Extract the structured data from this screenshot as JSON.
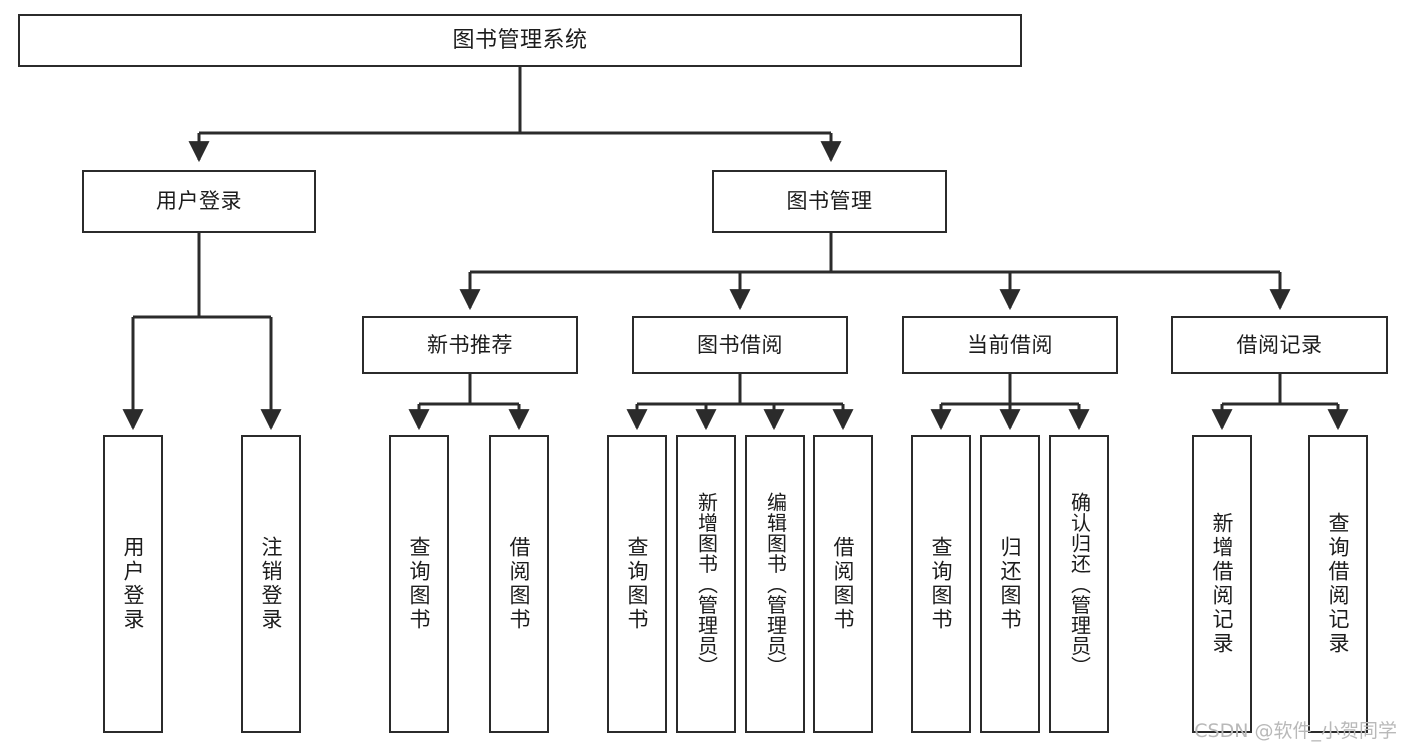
{
  "diagram": {
    "type": "tree-hierarchy",
    "title": "图书管理系统",
    "watermark": "CSDN @软件_小贺同学",
    "colors": {
      "stroke": "#2b2b2b",
      "background": "#ffffff",
      "text": "#1c1c1c",
      "watermark": "#b9b9b9"
    },
    "nodes": {
      "root": {
        "label": "图书管理系统"
      },
      "level2": [
        {
          "id": "user-login",
          "label": "用户登录"
        },
        {
          "id": "book-manage",
          "label": "图书管理"
        }
      ],
      "level3": [
        {
          "id": "new-book-recommend",
          "label": "新书推荐",
          "parent": "book-manage"
        },
        {
          "id": "book-borrow",
          "label": "图书借阅",
          "parent": "book-manage"
        },
        {
          "id": "current-borrow",
          "label": "当前借阅",
          "parent": "book-manage"
        },
        {
          "id": "borrow-record",
          "label": "借阅记录",
          "parent": "book-manage"
        }
      ],
      "leaves": [
        {
          "id": "leaf-user-login",
          "label": "用户登录",
          "parent": "user-login"
        },
        {
          "id": "leaf-user-logout",
          "label": "注销登录",
          "parent": "user-login"
        },
        {
          "id": "leaf-query-book-1",
          "label": "查询图书",
          "parent": "new-book-recommend"
        },
        {
          "id": "leaf-borrow-book-1",
          "label": "借阅图书",
          "parent": "new-book-recommend"
        },
        {
          "id": "leaf-query-book-2",
          "label": "查询图书",
          "parent": "book-borrow"
        },
        {
          "id": "leaf-add-book",
          "label": "新增图书（管理员）",
          "parent": "book-borrow"
        },
        {
          "id": "leaf-edit-book",
          "label": "编辑图书（管理员）",
          "parent": "book-borrow"
        },
        {
          "id": "leaf-borrow-book-2",
          "label": "借阅图书",
          "parent": "book-borrow"
        },
        {
          "id": "leaf-query-book-3",
          "label": "查询图书",
          "parent": "current-borrow"
        },
        {
          "id": "leaf-return-book",
          "label": "归还图书",
          "parent": "current-borrow"
        },
        {
          "id": "leaf-confirm-return",
          "label": "确认归还（管理员）",
          "parent": "current-borrow"
        },
        {
          "id": "leaf-add-record",
          "label": "新增借阅记录",
          "parent": "borrow-record"
        },
        {
          "id": "leaf-query-record",
          "label": "查询借阅记录",
          "parent": "borrow-record"
        }
      ]
    }
  }
}
